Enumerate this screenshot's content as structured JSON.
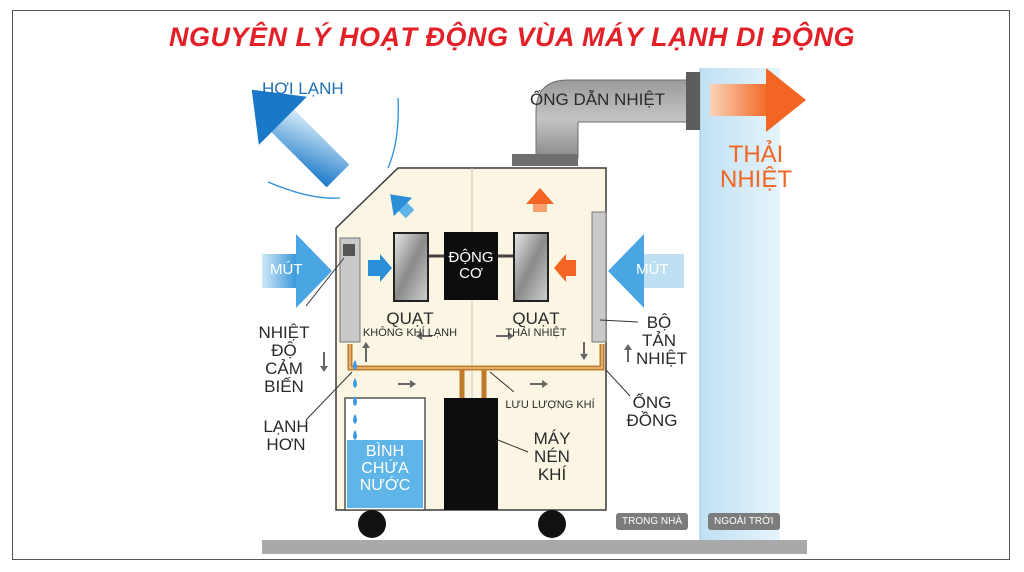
{
  "title": "NGUYÊN LÝ HOẠT ĐỘNG VÙA MÁY LẠNH DI ĐỘNG",
  "labels": {
    "cold_air": "HƠI LẠNH",
    "heat_pipe": "ỐNG DẪN NHIỆT",
    "exhaust_heat": [
      "THẢI",
      "NHIỆT"
    ],
    "intake_left": "MÚT",
    "intake_right": "MÚT",
    "motor": [
      "ĐỘNG",
      "CƠ"
    ],
    "cold_fan": "QUẠT",
    "cold_fan_sub": "KHÔNG KHÍ LẠNH",
    "heat_fan": "QUẠT",
    "heat_fan_sub": "THẢI NHIỆT",
    "sensor": [
      "NHIỆT",
      "ĐỘ",
      "CẢM",
      "BIẾN"
    ],
    "colder": [
      "LẠNH",
      "HƠN"
    ],
    "radiator": [
      "BỘ",
      "TẢN",
      "NHIỆT"
    ],
    "copper_pipe": [
      "ỐNG",
      "ĐỒNG"
    ],
    "airflow": "LƯU LƯỢNG KHÍ",
    "compressor": [
      "MÁY",
      "NÉN",
      "KHÍ"
    ],
    "water_tank": [
      "BÌNH",
      "CHỨA",
      "NƯỚC"
    ],
    "indoor": "TRONG NHÀ",
    "outdoor": "NGOÀI TRỜI"
  },
  "colors": {
    "title": "#e32028",
    "cold": "#1e88d0",
    "hot": "#f26522",
    "body": "#fbf5e3",
    "copper": "#c07a2a"
  }
}
